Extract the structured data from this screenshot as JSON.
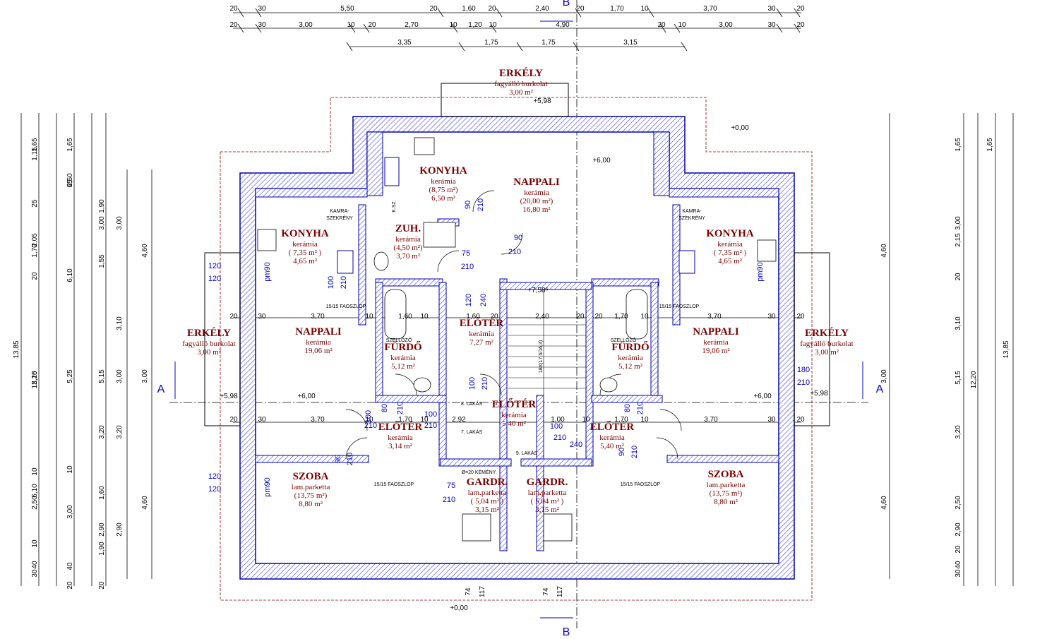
{
  "dims": {
    "top1": [
      "20",
      "30",
      "5,50",
      "20",
      "1,60",
      "20",
      "2,40",
      "20",
      "1,70",
      "10",
      "3,70",
      "30",
      "20"
    ],
    "top2": [
      "20",
      "30",
      "3,00",
      "10",
      "20",
      "2,70",
      "10",
      "1,20",
      "10",
      "4,90",
      "20",
      "10",
      "3,00",
      "30",
      "20"
    ],
    "top3": [
      "3,35",
      "1,75",
      "1,75",
      "3,15"
    ],
    "left_total": "13,85",
    "left_a": [
      "1,65",
      "1,15",
      "25",
      "2,05",
      "1,70",
      "20",
      "5,15",
      "10",
      "6,10",
      "2,50",
      "10",
      "40",
      "30"
    ],
    "left_b": [
      "1,65",
      "2,50",
      "65",
      "6,10",
      "5,25",
      "10",
      "3,00",
      "40",
      "20"
    ],
    "left_c": [
      "1,90",
      "3,00",
      "1,55",
      "5,15",
      "3,20",
      "1,60",
      "2,90",
      "1,90",
      "20"
    ],
    "left_d": [
      "3,00",
      "3,10",
      "3,00",
      "3,20",
      "2,90"
    ],
    "left_e": [
      "4,60",
      "3,00",
      "4,60"
    ],
    "left_f": [
      "12,20"
    ],
    "right_total": "13,85",
    "right_a": [
      "1,65",
      "1,65",
      "3,00",
      "2,15",
      "20",
      "3,10",
      "5,15",
      "3,20",
      "2,50",
      "2,90",
      "20",
      "40",
      "30"
    ],
    "right_b": [
      "4,60",
      "3,00",
      "4,60"
    ],
    "right_c": [
      "12,20"
    ],
    "mid_row_left": [
      "20",
      "30",
      "3,70",
      "10",
      "1,60",
      "10",
      "1,60",
      "20",
      "2,40",
      "20"
    ],
    "mid_row_right": [
      "20",
      "1,70",
      "10",
      "3,70",
      "30",
      "20"
    ],
    "low_row_left": [
      "20",
      "30",
      "3,70",
      "10",
      "1,70",
      "10",
      "2,92"
    ],
    "low_row_right": [
      "1,00",
      "10",
      "1,70",
      "10",
      "3,70",
      "30",
      "20"
    ],
    "bottom": [
      "74",
      "117",
      "74",
      "117"
    ]
  },
  "rooms": [
    {
      "name": "ERKÉLY",
      "sub": [
        "fagyálló burkolat",
        "3,00 m²"
      ]
    },
    {
      "name": "KONYHA",
      "sub": [
        "kerámia",
        "(8,75 m²)",
        "6,50 m²"
      ]
    },
    {
      "name": "NAPPALI",
      "sub": [
        "kerámia",
        "(20,00 m²)",
        "16,80 m²"
      ]
    },
    {
      "name": "KONYHA",
      "sub": [
        "kerámia",
        "( 7,35 m² )",
        "4,65 m²"
      ]
    },
    {
      "name": "KONYHA",
      "sub": [
        "kerámia",
        "( 7,35 m² )",
        "4,65 m²"
      ]
    },
    {
      "name": "ZUH.",
      "sub": [
        "kerámia",
        "(4,50 m²)",
        "3,70 m²"
      ]
    },
    {
      "name": "NAPPALI",
      "sub": [
        "kerámia",
        "19,06 m²"
      ]
    },
    {
      "name": "NAPPALI",
      "sub": [
        "kerámia",
        "19,06 m²"
      ]
    },
    {
      "name": "ERKÉLY",
      "sub": [
        "fagyálló burkolat",
        "3,00 m²"
      ]
    },
    {
      "name": "ERKÉLY",
      "sub": [
        "fagyálló burkolat",
        "3,00 m²"
      ]
    },
    {
      "name": "FÜRDŐ",
      "sub": [
        "kerámia",
        "5,12 m²"
      ]
    },
    {
      "name": "FÜRDŐ",
      "sub": [
        "kerámia",
        "5,12 m²"
      ]
    },
    {
      "name": "ELŐTÉR",
      "sub": [
        "kerámia",
        "7,27 m²"
      ]
    },
    {
      "name": "ELŐTÉR",
      "sub": [
        "kerámia",
        "5,40 m²"
      ]
    },
    {
      "name": "ELŐTÉR",
      "sub": [
        "kerámia",
        "3,14 m²"
      ]
    },
    {
      "name": "ELŐTÉR",
      "sub": [
        "kerámia",
        "5,40 m²"
      ]
    },
    {
      "name": "SZOBA",
      "sub": [
        "lam.parketta",
        "(13,75 m²)",
        "8,80 m²"
      ]
    },
    {
      "name": "SZOBA",
      "sub": [
        "lam.parketta",
        "(13,75 m²)",
        "8,80 m²"
      ]
    },
    {
      "name": "GARDR.",
      "sub": [
        "lam.parketta",
        "( 5,04 m² )",
        "3,15 m²"
      ]
    },
    {
      "name": "GARDR.",
      "sub": [
        "lam.parketta",
        "( 5,04 m² )",
        "3,15 m²"
      ]
    }
  ],
  "labels": {
    "section_a": "A",
    "section_b": "B",
    "flat7": "7. LAKÁS",
    "flat8": "8. LAKÁS",
    "flat9": "9. LAKÁS",
    "chimney": "Ø=20 KÉMÉNY",
    "kamra": "KAMRA-",
    "szekreny": "SZEKRÉNY",
    "ksz": "K.SZ.",
    "szellozo": "SZELLŐZŐ",
    "stair": "18X(17,5/16,3)",
    "faoszlop": "15/15 FAOSZLOP"
  },
  "levels": [
    "+5,98",
    "+0,00",
    "+6,00",
    "+7,58⁵",
    "+6,00",
    "+6,00",
    "+5,98",
    "+5,98",
    "+0,00"
  ],
  "openings": [
    "120",
    "120",
    "pm90",
    "100",
    "210",
    "90",
    "210",
    "90",
    "210",
    "75",
    "210",
    "120",
    "240",
    "100",
    "210",
    "180",
    "210",
    "pm90",
    "100",
    "210",
    "80",
    "210",
    "100",
    "210",
    "100",
    "210",
    "240",
    "80",
    "210",
    "75",
    "210",
    "120",
    "120",
    "pm90",
    "90",
    "210",
    "90",
    "210"
  ]
}
